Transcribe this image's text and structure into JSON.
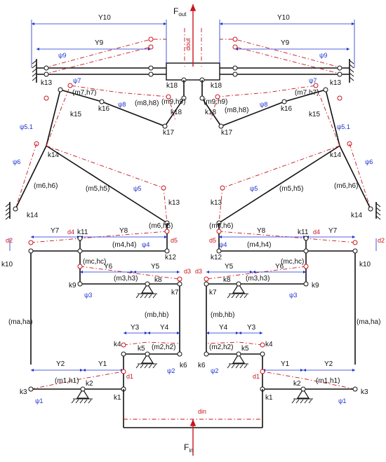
{
  "force_out": "F",
  "force_out_sub": "out",
  "force_in": "F",
  "force_in_sub": "in",
  "d_out": "dout",
  "d_in": "din",
  "Y10": "Y10",
  "Y9": "Y9",
  "Y8": "Y8",
  "Y7": "Y7",
  "Y6": "Y6",
  "Y5": "Y5",
  "Y4": "Y4",
  "Y3": "Y3",
  "Y2": "Y2",
  "Y1": "Y1",
  "psi1": "ψ1",
  "psi2": "ψ2",
  "psi3": "ψ3",
  "psi4": "ψ4",
  "psi5": "ψ5",
  "psi51": "ψ5.1",
  "psi6": "ψ6",
  "psi7": "ψ7",
  "psi8": "ψ8",
  "psi9": "ψ9",
  "k1": "k1",
  "k2": "k2",
  "k3": "k3",
  "k4": "k4",
  "k5": "k5",
  "k6": "k6",
  "k7": "k7",
  "k8": "k8",
  "k9": "k9",
  "k10": "k10",
  "k11": "k11",
  "k12": "k12",
  "k13": "k13",
  "k14": "k14",
  "k15": "k15",
  "k16": "k16",
  "k17": "k17",
  "k18": "k18",
  "m1h1": "(m1,h1)",
  "m2h2": "(m2,h2)",
  "m3h3": "(m3,h3)",
  "m4h4": "(m4,h4)",
  "m5h5": "(m5,h5)",
  "m6h6": "(m6,h6)",
  "m7h7": "(m7,h7)",
  "m8h8": "(m8,h8)",
  "m9h9": "(m9,h9)",
  "mahe": "(ma,ha)",
  "mbhb": "(mb,hb)",
  "mchc": "(mc,hc)",
  "d1": "d1",
  "d2": "d2",
  "d3": "d3",
  "d4": "d4",
  "d5": "d5"
}
